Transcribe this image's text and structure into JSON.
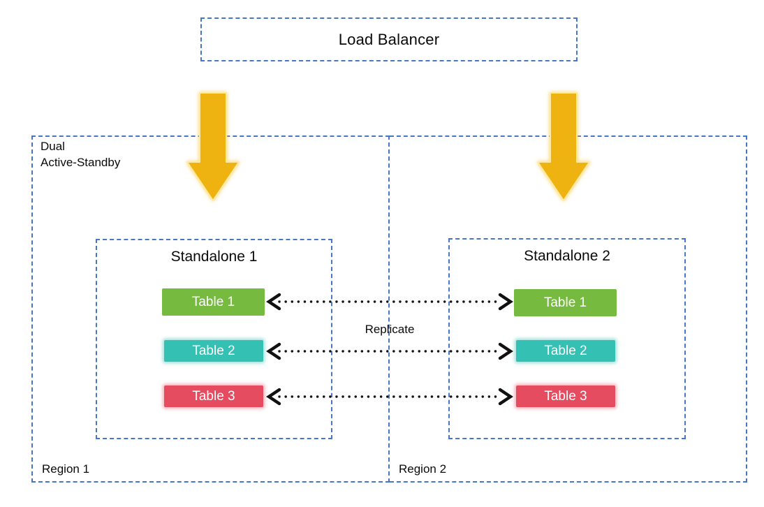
{
  "diagram": {
    "load_balancer_label": "Load Balancer",
    "cluster_label": {
      "line1": "Dual",
      "line2": "Active-Standby"
    },
    "replicate_label": "Replicate",
    "regions": [
      {
        "name": "Region 1",
        "node_title": "Standalone 1",
        "tables": [
          "Table 1",
          "Table 2",
          "Table 3"
        ]
      },
      {
        "name": "Region 2",
        "node_title": "Standalone 2",
        "tables": [
          "Table 1",
          "Table 2",
          "Table 3"
        ]
      }
    ],
    "colors": {
      "dashed_border_blue": "#4876C6",
      "arrow_gold": "#EEB211",
      "arrow_glow_stroke": "#FFE9A3",
      "table_1_green": "#76BB40",
      "table_2_teal": "#35C0B4",
      "table_3_red": "#E54C60",
      "replication_line_black": "#111111",
      "table_text_white": "#FFFFFF"
    }
  }
}
